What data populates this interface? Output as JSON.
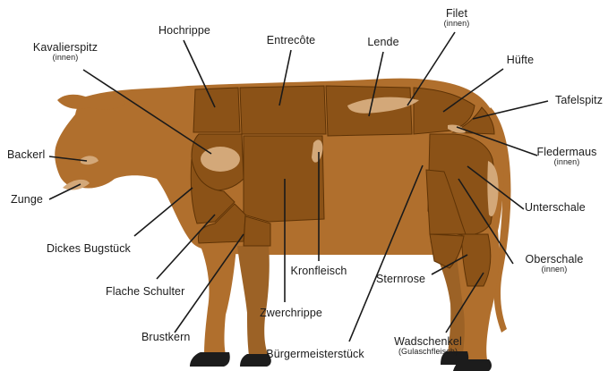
{
  "colors": {
    "body": "#b06f2d",
    "body_dark": "#9c6226",
    "cut": "#8b5217",
    "cut_outline": "#5e3306",
    "inner": "#d3a879",
    "hoof": "#1c1c1c",
    "leader_line": "#1a1a1a"
  },
  "labels": {
    "hochrippe": "Hochrippe",
    "entrecote": "Entrecôte",
    "filet": "Filet",
    "filet_sub": "(innen)",
    "lende": "Lende",
    "huefte": "Hüfte",
    "tafelspitz": "Tafelspitz",
    "kavalierspitz": "Kavalierspitz",
    "kavalierspitz_sub": "(innen)",
    "fledermaus": "Fledermaus",
    "fledermaus_sub": "(innen)",
    "backerl": "Backerl",
    "zunge": "Zunge",
    "unterschale": "Unterschale",
    "dickes_bugstueck": "Dickes Bugstück",
    "oberschale": "Oberschale",
    "oberschale_sub": "(innen)",
    "kronfleisch": "Kronfleisch",
    "sternrose": "Sternrose",
    "flache_schulter": "Flache Schulter",
    "zwerchrippe": "Zwerchrippe",
    "brustkern": "Brustkern",
    "wadschenkel": "Wadschenkel",
    "wadschenkel_sub": "(Gulaschfleisch)",
    "buergermeisterstueck": "Bürgermeisterstück"
  }
}
